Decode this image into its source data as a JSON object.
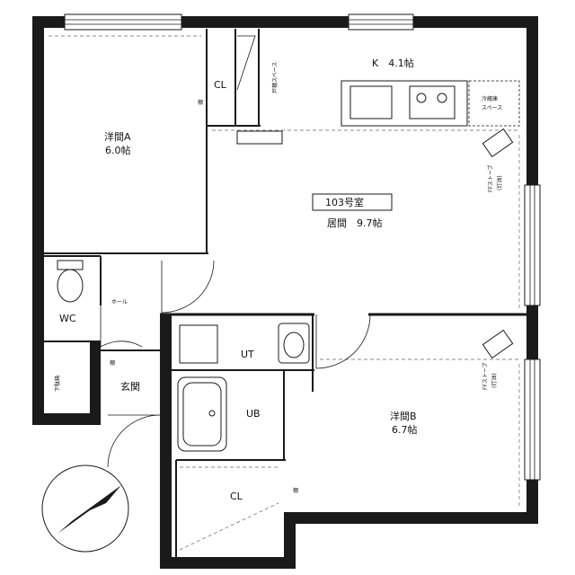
{
  "rooms": {
    "western_a_name": "洋間A",
    "western_a_size": "6.0帖",
    "kitchen": "K　4.1帖",
    "closet_top": "CL",
    "living_unit": "103号室",
    "living": "居間　9.7帖",
    "wc": "WC",
    "hall": "ホール",
    "ut": "UT",
    "entrance": "玄関",
    "ub": "UB",
    "western_b_name": "洋間B",
    "western_b_size": "6.7帖",
    "closet_bottom": "CL"
  },
  "fixtures": {
    "shelf_space": "戸棚スペース",
    "fridge_line1": "冷蔵庫",
    "fridge_line2": "スペース",
    "heater_top_line1": "FFストーブ",
    "heater_top_line2": "(灯油)",
    "heater_bottom_line1": "FFストーブ",
    "heater_bottom_line2": "(灯油)",
    "shoe_box": "下駄箱",
    "shelf_mark_1": "棚",
    "shelf_mark_2": "棚",
    "shelf_mark_3": "棚"
  }
}
